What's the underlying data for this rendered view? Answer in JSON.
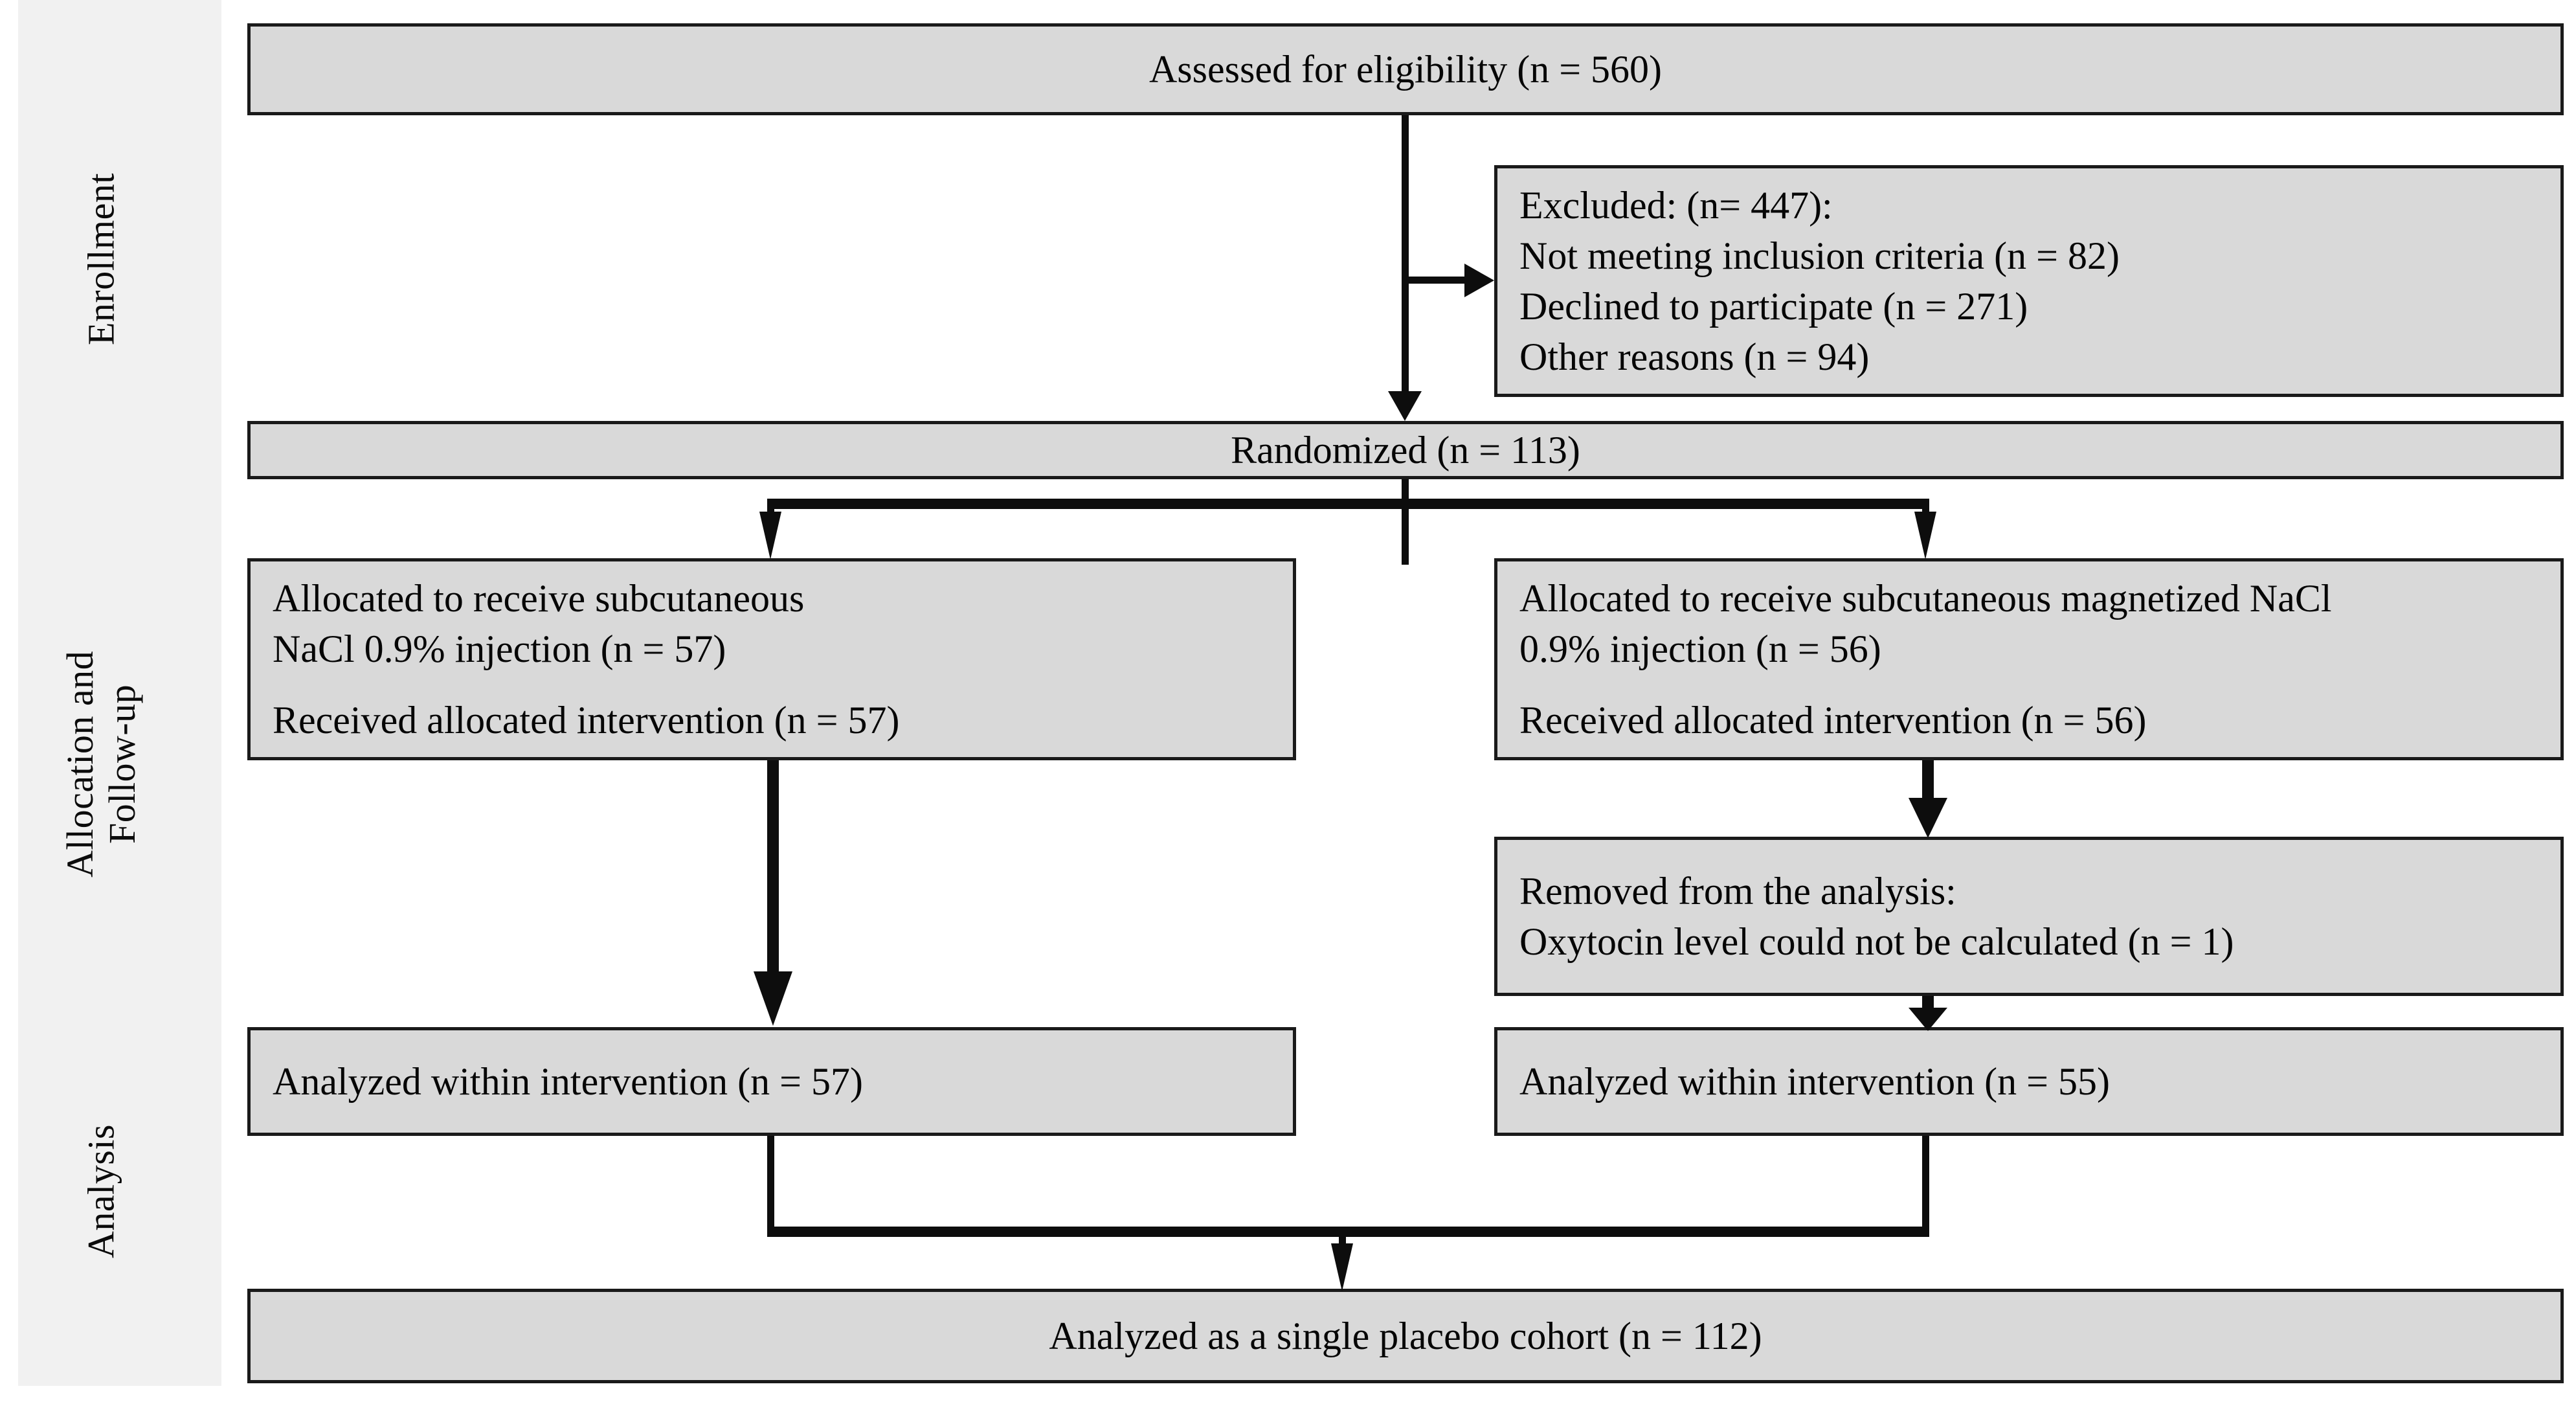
{
  "diagram": {
    "type": "consort-flow-diagram",
    "stages": [
      {
        "id": "enrollment",
        "label": "Enrollment"
      },
      {
        "id": "allocation",
        "label": "Allocation and\nFollow-up"
      },
      {
        "id": "analysis",
        "label": "Analysis"
      }
    ],
    "nodes": {
      "assessed": {
        "lines": [
          "Assessed for eligibility (n = 560)"
        ]
      },
      "excluded": {
        "lines": [
          "Excluded: (n= 447):",
          "Not meeting inclusion criteria (n = 82)",
          "Declined to participate (n = 271)",
          "Other reasons (n = 94)"
        ]
      },
      "randomized": {
        "lines": [
          "Randomized (n = 113)"
        ]
      },
      "alloc_left": {
        "lines": [
          "Allocated to receive subcutaneous",
          "NaCl 0.9% injection (n = 57)",
          "",
          "Received allocated intervention (n = 57)"
        ]
      },
      "alloc_right": {
        "lines": [
          "Allocated to receive subcutaneous magnetized NaCl",
          "0.9% injection (n = 56)",
          "",
          "Received allocated intervention (n = 56)"
        ]
      },
      "removed_right": {
        "lines": [
          "Removed from the analysis:",
          "Oxytocin level could not be calculated (n = 1)"
        ]
      },
      "analyzed_left": {
        "lines": [
          "Analyzed within intervention (n = 57)"
        ]
      },
      "analyzed_right": {
        "lines": [
          "Analyzed within intervention (n = 55)"
        ]
      },
      "analyzed_total": {
        "lines": [
          "Analyzed as a single placebo cohort (n = 112)"
        ]
      }
    },
    "counts": {
      "assessed": 560,
      "excluded_total": 447,
      "excluded_not_meeting_criteria": 82,
      "excluded_declined": 271,
      "excluded_other": 94,
      "randomized": 113,
      "allocated_control": 57,
      "allocated_magnetized": 56,
      "received_control": 57,
      "received_magnetized": 56,
      "removed_magnetized": 1,
      "analyzed_control": 57,
      "analyzed_magnetized": 55,
      "analyzed_total": 112
    },
    "colors": {
      "box_fill": "#d9d9d9",
      "box_border": "#1a1a1a",
      "band_fill": "#f1f1f1",
      "connector": "#0d0d0d",
      "text": "#060606",
      "page_background": "#ffffff"
    }
  }
}
